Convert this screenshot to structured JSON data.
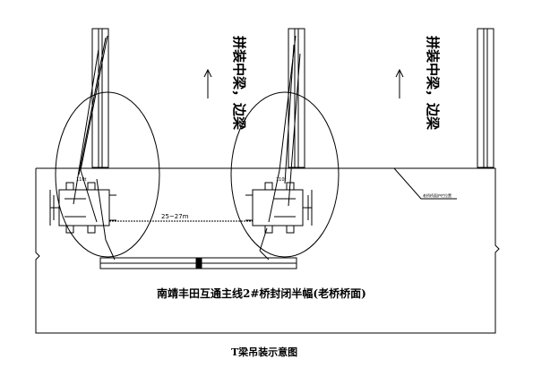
{
  "diagram": {
    "title": "T梁吊装示意图",
    "bridge_label": "南靖丰田互通主线2#桥封闭半幅(老桥桥面)",
    "direction_label_left": "拼装中梁，边梁",
    "direction_label_right": "拼装中梁，边梁",
    "span_label": "25~27m",
    "callout_label": "老桥桥面护栏位置"
  }
}
